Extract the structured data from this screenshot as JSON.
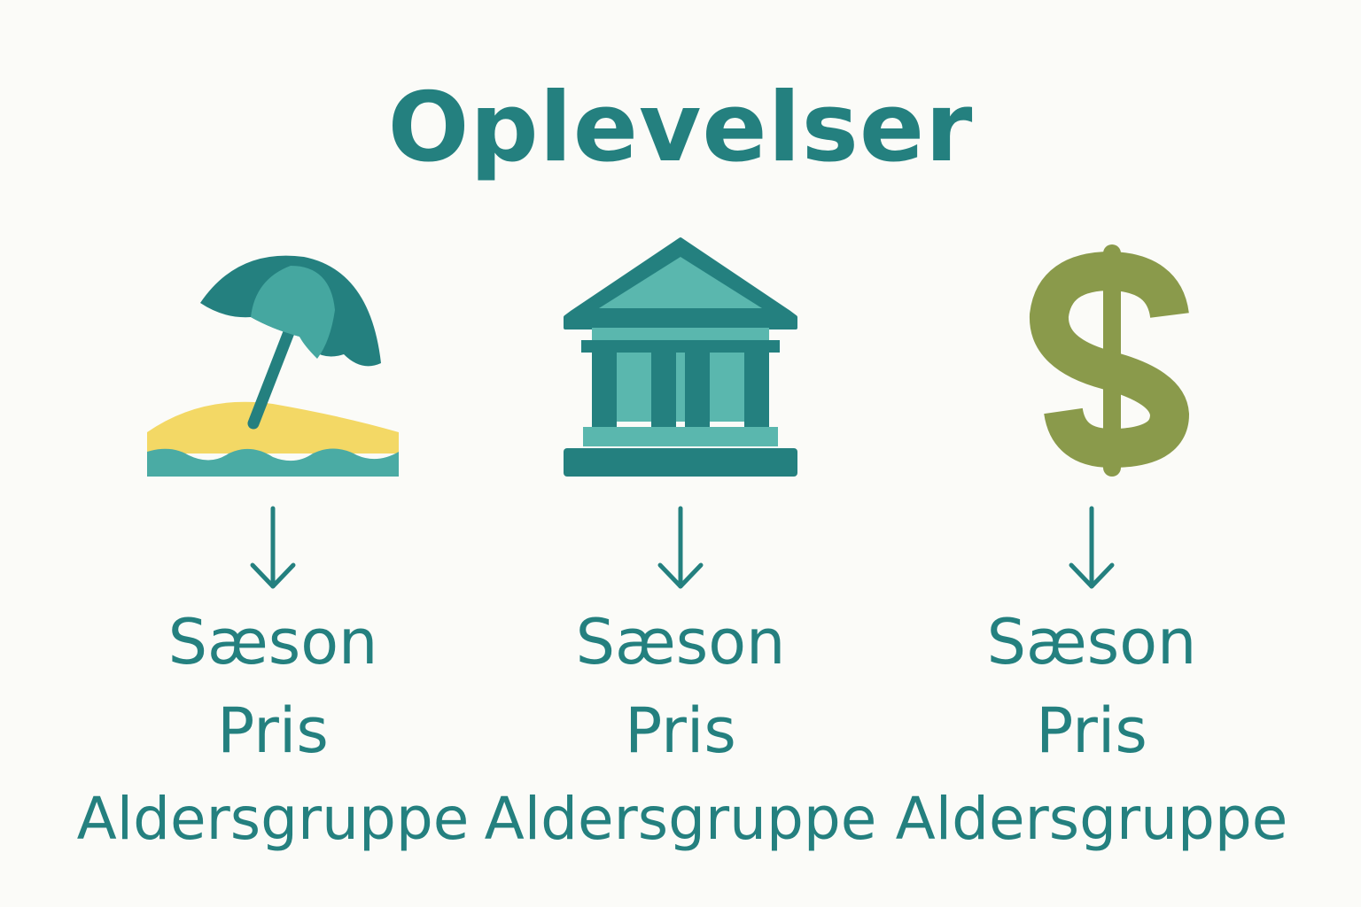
{
  "title": "Oplevelser",
  "colors": {
    "teal": "#24807f",
    "teal_light": "#5ab7ae",
    "sand": "#f3d865",
    "dollar_green": "#8a9a4b",
    "background": "#fbfbf8"
  },
  "columns": [
    {
      "icon": "beach-umbrella-icon",
      "labels": [
        "Sæson",
        "Pris",
        "Aldersgruppe"
      ]
    },
    {
      "icon": "museum-building-icon",
      "labels": [
        "Sæson",
        "Pris",
        "Aldersgruppe"
      ]
    },
    {
      "icon": "dollar-sign-icon",
      "labels": [
        "Sæson",
        "Pris",
        "Aldersgruppe"
      ]
    }
  ]
}
